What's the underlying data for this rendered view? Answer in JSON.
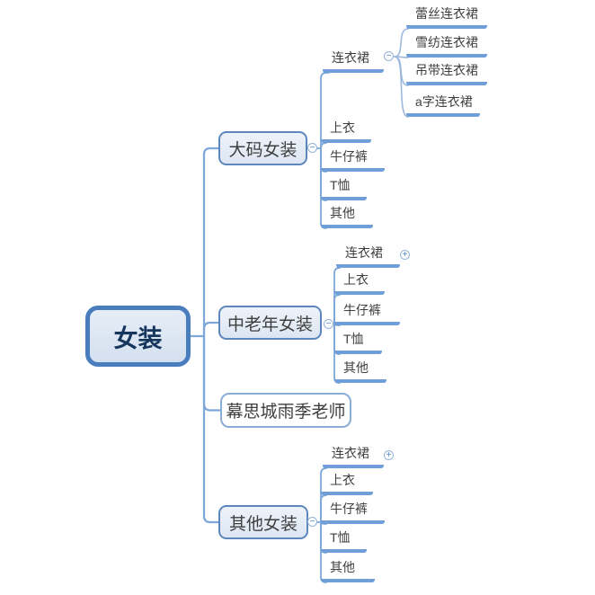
{
  "indicators": {
    "minus": "−",
    "plus": "+"
  },
  "colors": {
    "node_border": "#5d87bc",
    "root_border": "#4a7dbd",
    "node_fill": "#dce6f2",
    "root_text": "#17365d",
    "topic_text": "#3f3f3f",
    "connector_line": "#7da7d9",
    "underline": "#6f9ed8"
  },
  "map": {
    "root": {
      "label": "女装"
    },
    "branches": [
      {
        "label": "大码女装",
        "state": "expanded",
        "children": [
          {
            "label": "连衣裙",
            "state": "expanded",
            "children": [
              {
                "label": "蕾丝连衣裙"
              },
              {
                "label": "雪纺连衣裙"
              },
              {
                "label": "吊带连衣裙"
              },
              {
                "label": "a字连衣裙"
              }
            ]
          },
          {
            "label": "上衣"
          },
          {
            "label": "牛仔裤"
          },
          {
            "label": "T恤"
          },
          {
            "label": "其他"
          }
        ]
      },
      {
        "label": "中老年女装",
        "state": "expanded",
        "children": [
          {
            "label": "连衣裙",
            "state": "collapsed"
          },
          {
            "label": "上衣"
          },
          {
            "label": "牛仔裤"
          },
          {
            "label": "T恤"
          },
          {
            "label": "其他"
          }
        ]
      },
      {
        "label": "幕思城雨季老师"
      },
      {
        "label": "其他女装",
        "state": "expanded",
        "children": [
          {
            "label": "连衣裙",
            "state": "collapsed"
          },
          {
            "label": "上衣"
          },
          {
            "label": "牛仔裤"
          },
          {
            "label": "T恤"
          },
          {
            "label": "其他"
          }
        ]
      }
    ]
  }
}
